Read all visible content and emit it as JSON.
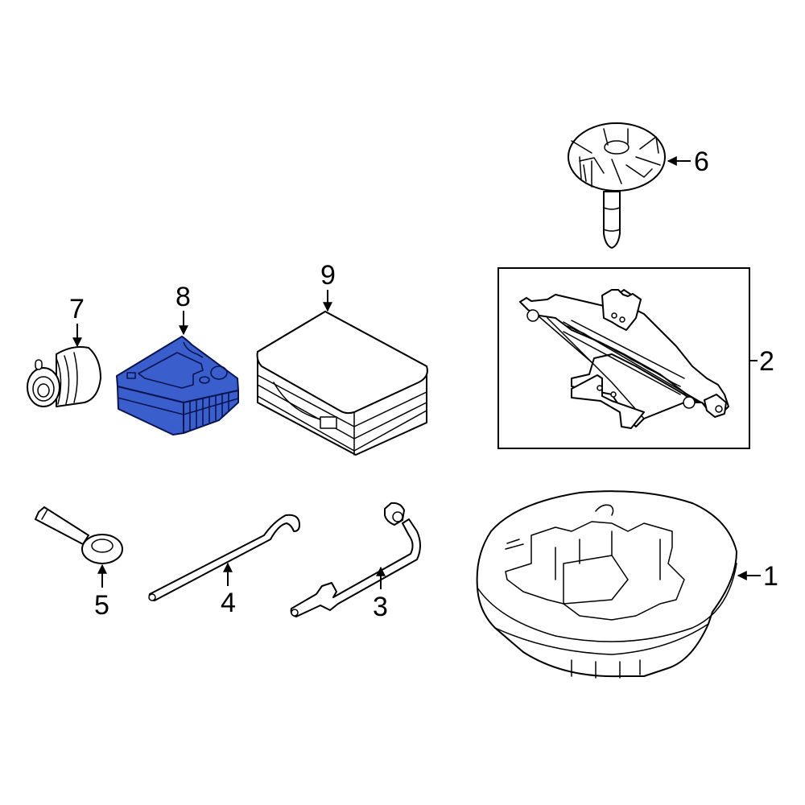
{
  "diagram": {
    "type": "exploded parts diagram",
    "highlight_color": "#3a5fcd",
    "highlight_outline": "#0a1450",
    "line_color": "#000000",
    "background": "#ffffff",
    "highlighted_part": "8"
  },
  "parts": [
    {
      "callout": "1",
      "name": "spare-tire-tray-foam",
      "highlighted": false
    },
    {
      "callout": "2",
      "name": "scissor-jack",
      "highlighted": false,
      "boxed": true
    },
    {
      "callout": "3",
      "name": "lug-wrench",
      "highlighted": false
    },
    {
      "callout": "4",
      "name": "jack-handle-rod",
      "highlighted": false
    },
    {
      "callout": "5",
      "name": "tow-eye-hook",
      "highlighted": false
    },
    {
      "callout": "6",
      "name": "hold-down-bolt",
      "highlighted": false
    },
    {
      "callout": "7",
      "name": "compressor-fitting",
      "highlighted": false
    },
    {
      "callout": "8",
      "name": "tire-inflator-kit",
      "highlighted": true
    },
    {
      "callout": "9",
      "name": "storage-case",
      "highlighted": false
    }
  ]
}
